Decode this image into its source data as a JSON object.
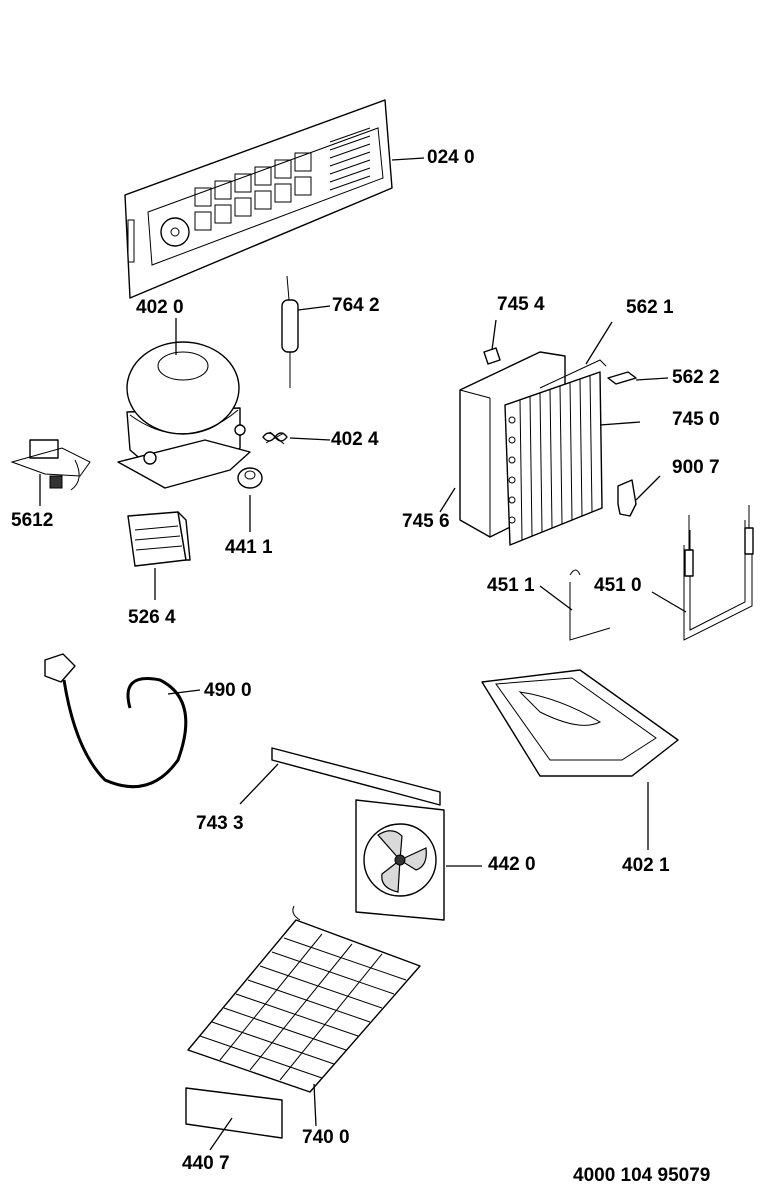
{
  "labels": {
    "p0240": "024 0",
    "p4020": "402 0",
    "p7642": "764 2",
    "p7454": "745 4",
    "p5621": "562 1",
    "p5622": "562 2",
    "p7450": "745 0",
    "p4024": "402 4",
    "p9007": "900 7",
    "p5612": "5612",
    "p4411": "441 1",
    "p7456": "745 6",
    "p5264": "526 4",
    "p4511": "451 1",
    "p4510": "451 0",
    "p4900": "490 0",
    "p7433": "743 3",
    "p4420": "442 0",
    "p4021": "402 1",
    "p7400": "740 0",
    "p4407": "440 7"
  },
  "document_code": "4000 104 95079"
}
